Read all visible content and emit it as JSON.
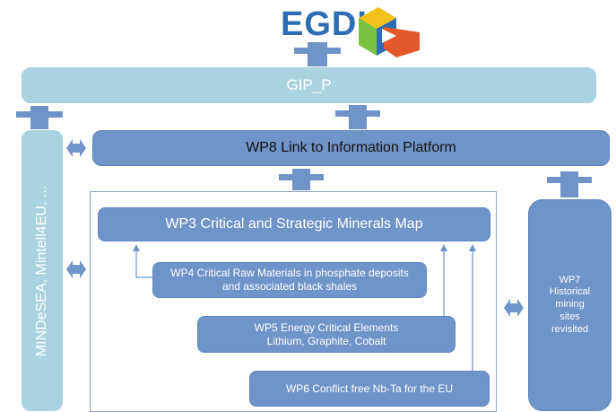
{
  "logo": {
    "text": "EGDI"
  },
  "boxes": {
    "gip": "GIP_P",
    "wp8": "WP8 Link to Information Platform",
    "wp3": "WP3 Critical and Strategic Minerals Map",
    "wp4_line1": "WP4 Critical Raw Materials in phosphate deposits",
    "wp4_line2": "and associated black shales",
    "wp5_line1": "WP5 Energy Critical Elements",
    "wp5_line2": "Lithium, Graphite, Cobalt",
    "wp6": "WP6 Conflict free Nb-Ta for the EU",
    "wp7_line1": "WP7",
    "wp7_line2": "Historical",
    "wp7_line3": "mining",
    "wp7_line4": "sites",
    "wp7_line5": "revisited",
    "mindesea": "MINDeSEA, Mintell4EU, ..."
  },
  "colors": {
    "box_blue": "#6f94c8",
    "box_light": "#a9d3e0",
    "arrow": "#6f94c8",
    "logo_text": "#2d6db4",
    "logo_green": "#7cc242",
    "logo_yellow": "#f2c21b",
    "logo_red": "#e2572b",
    "logo_blue": "#2d6db4"
  }
}
